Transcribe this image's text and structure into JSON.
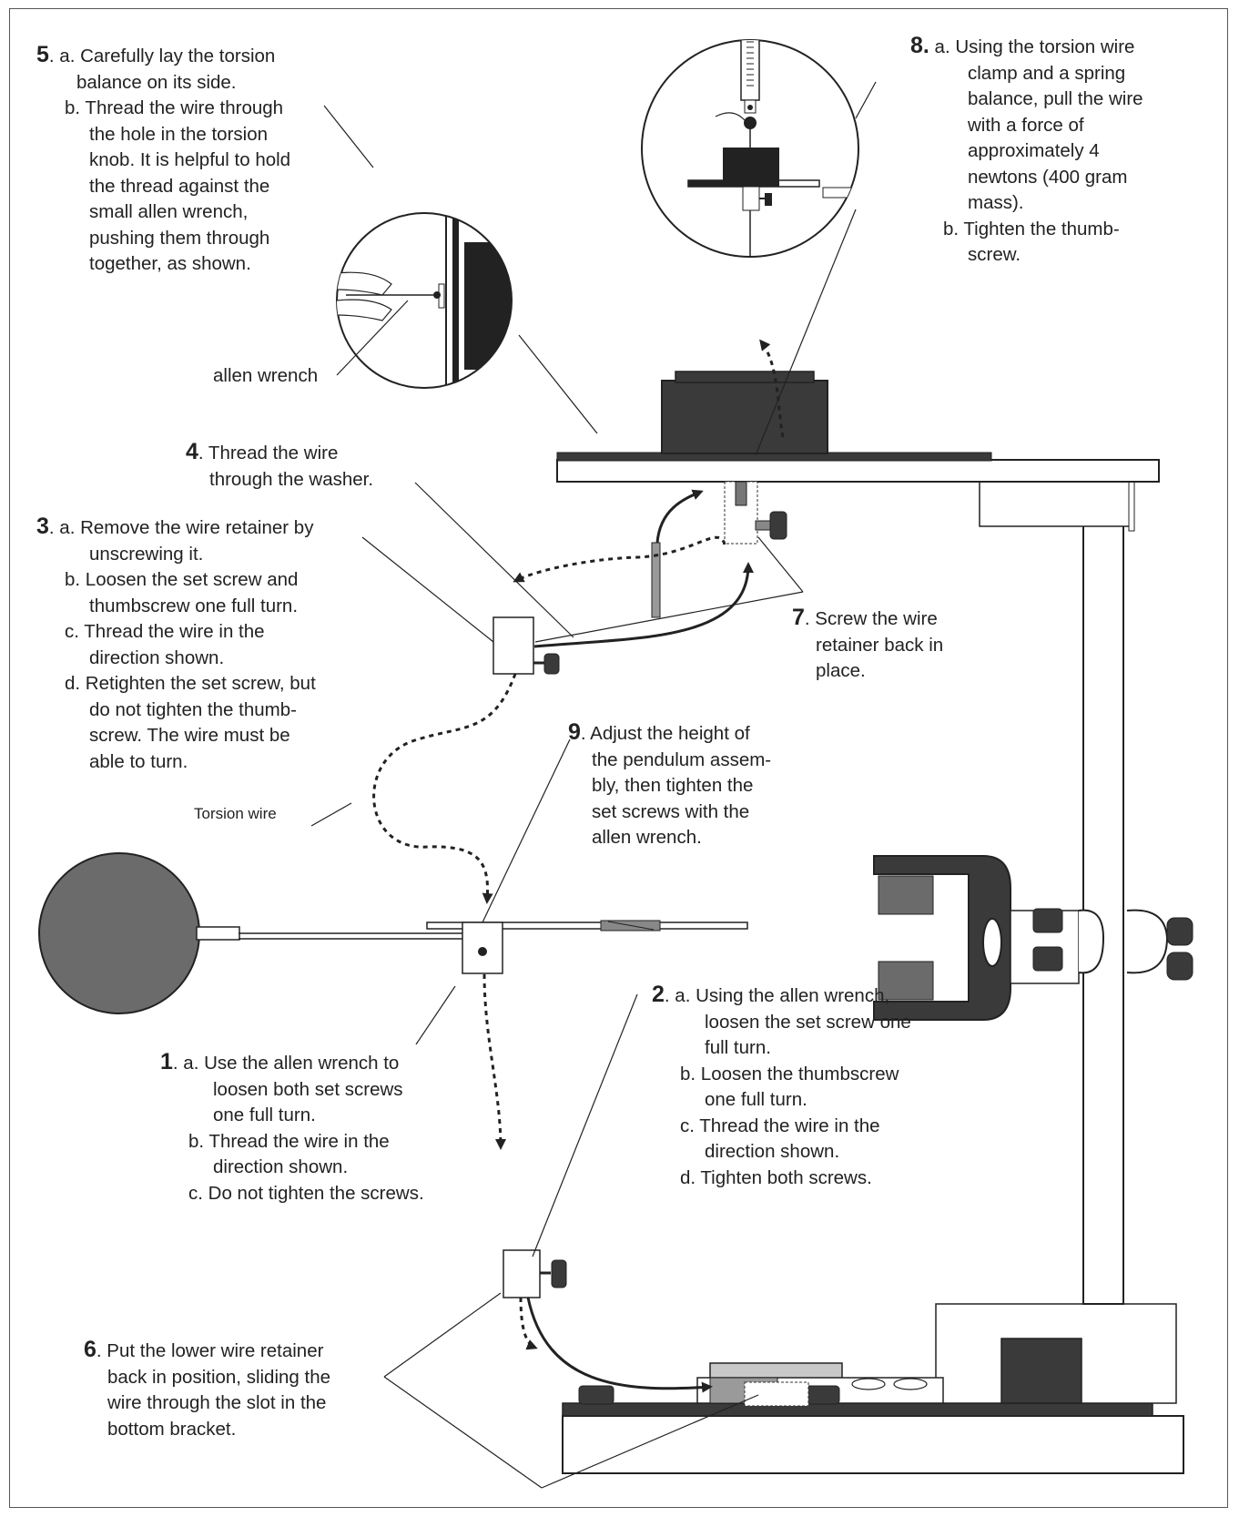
{
  "steps": {
    "s1": {
      "num": "1",
      "lines": [
        ". a.  Use the allen wrench to",
        "loosen both set screws",
        "one full turn.",
        "b.  Thread the wire in the",
        "direction shown.",
        "c.  Do not tighten the screws."
      ]
    },
    "s2": {
      "num": "2",
      "lines": [
        ". a.  Using the allen wrench,",
        "loosen the set screw one",
        "full turn.",
        "b.  Loosen the thumbscrew",
        "one full turn.",
        "c.  Thread the wire in the",
        "direction shown.",
        "d.  Tighten both screws."
      ]
    },
    "s3": {
      "num": "3",
      "lines": [
        ". a.  Remove the wire retainer by",
        "unscrewing it.",
        "b.  Loosen the set screw and",
        "thumbscrew one full turn.",
        "c.  Thread the wire in the",
        "direction shown.",
        "d.  Retighten the set screw, but",
        "do not tighten the thumb-",
        "screw. The wire must be",
        "able to turn."
      ]
    },
    "s4": {
      "num": "4",
      "lines": [
        ". Thread the wire",
        "through the washer."
      ]
    },
    "s5": {
      "num": "5",
      "lines": [
        ". a.  Carefully lay the torsion",
        "balance on its side.",
        "b.  Thread the wire through",
        "the hole in the torsion",
        "knob. It is helpful to hold",
        "the thread against the",
        "small allen wrench,",
        "pushing them through",
        "together, as shown."
      ]
    },
    "s6": {
      "num": "6",
      "lines": [
        ". Put the lower wire retainer",
        "back in position, sliding the",
        "wire through the slot in the",
        "bottom bracket."
      ]
    },
    "s7": {
      "num": "7",
      "lines": [
        ". Screw the wire",
        "retainer back in",
        "place."
      ]
    },
    "s8": {
      "num": "8.",
      "lines": [
        " a.  Using the torsion wire",
        "clamp and a spring",
        "balance, pull the wire",
        "with a force of",
        "approximately 4",
        "newtons (400 gram",
        "mass).",
        "b.  Tighten the thumb-",
        "screw."
      ]
    },
    "s9": {
      "num": "9",
      "lines": [
        ". Adjust the height of",
        "the pendulum assem-",
        "bly, then tighten the",
        "set screws with the",
        "allen wrench."
      ]
    }
  },
  "labels": {
    "allen_wrench": "allen wrench",
    "torsion_wire": "Torsion wire"
  },
  "colors": {
    "dark": "#3a3a3a",
    "mid": "#6b6b6b",
    "light": "#c8c8c8",
    "line": "#222222"
  }
}
